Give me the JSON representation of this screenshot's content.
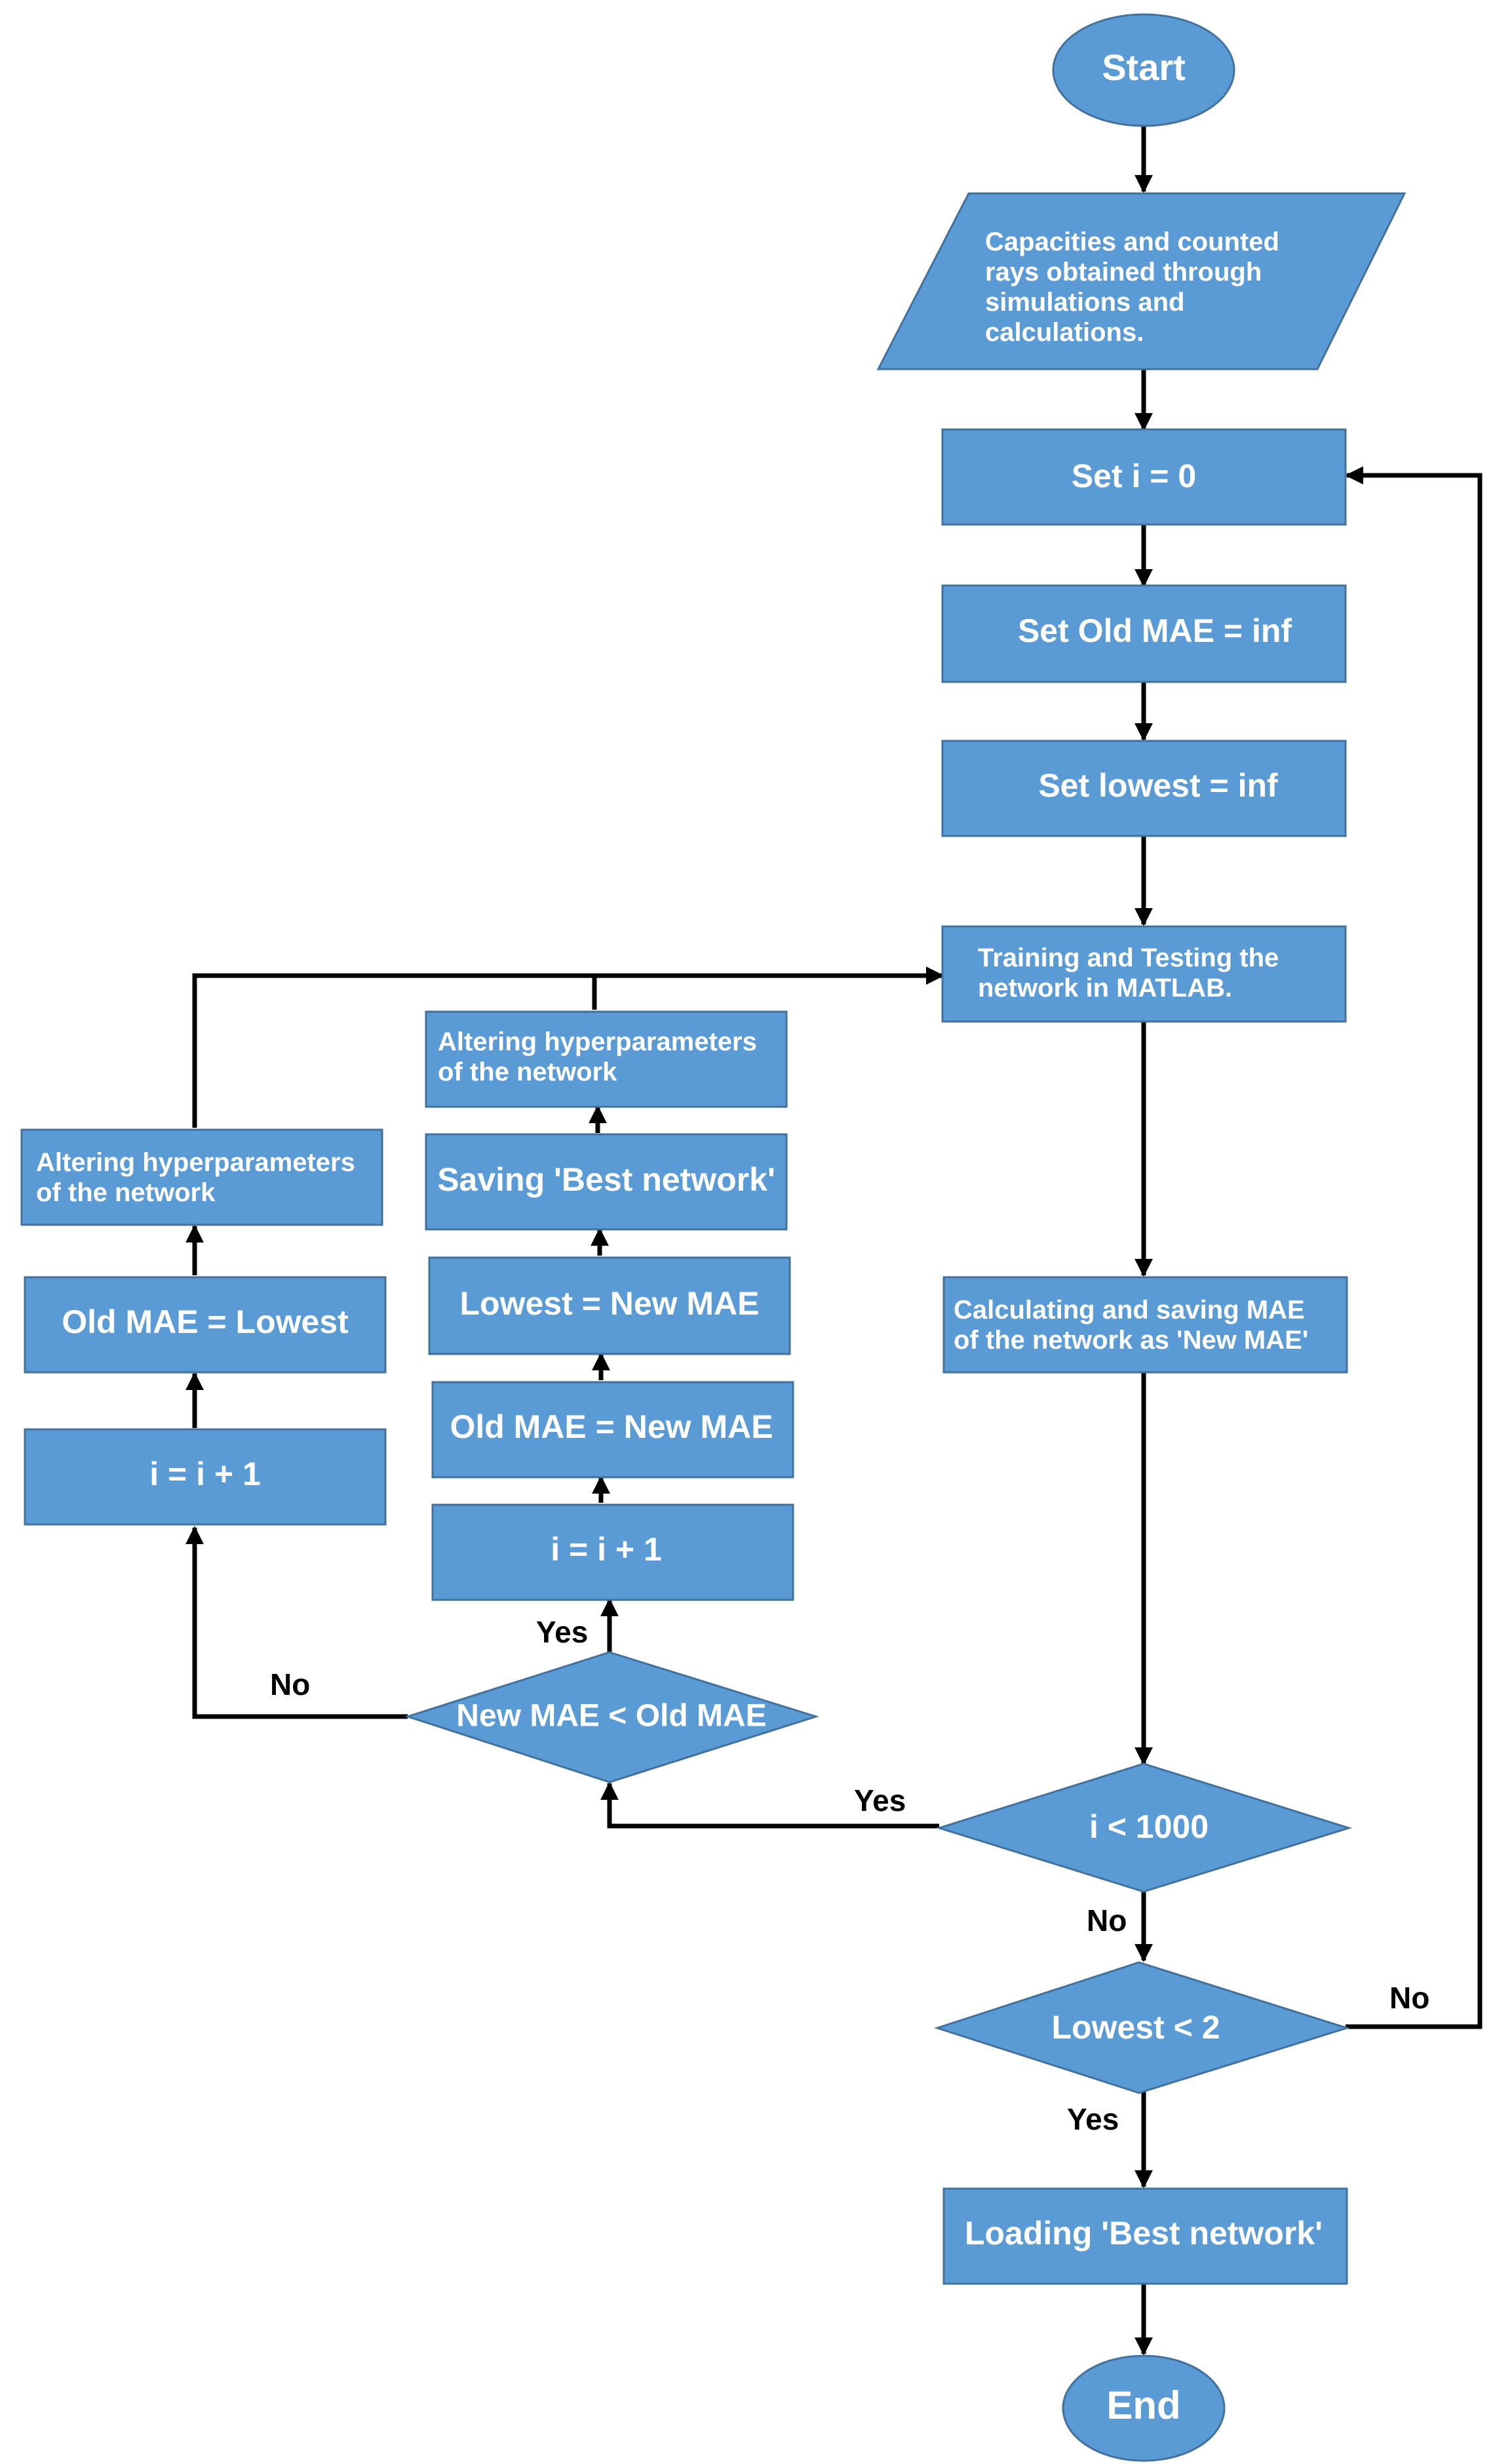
{
  "diagram": {
    "nodes": {
      "start": "Start",
      "input": [
        "Capacities and counted",
        "rays obtained through",
        "simulations and",
        "calculations."
      ],
      "set_i": "Set i = 0",
      "set_old_mae": "Set Old MAE = inf",
      "set_lowest": "Set lowest = inf",
      "train_test": [
        "Training and Testing the",
        "network in MATLAB."
      ],
      "calc_mae": [
        "Calculating and saving MAE",
        "of the network as 'New MAE'"
      ],
      "cond_i": "i < 1000",
      "cond_lowest": "Lowest < 2",
      "load_best": "Loading 'Best network'",
      "end": "End",
      "cond_mae": "New MAE < Old MAE",
      "mid_increment": "i = i + 1",
      "mid_old_mae": "Old MAE = New MAE",
      "mid_lowest": "Lowest = New MAE",
      "mid_save": "Saving 'Best network'",
      "mid_alter": [
        "Altering hyperparameters",
        "of the network"
      ],
      "left_increment": "i = i + 1",
      "left_old_mae": "Old MAE = Lowest",
      "left_alter": [
        "Altering hyperparameters",
        "of the network"
      ]
    },
    "edge_labels": {
      "i_yes": "Yes",
      "i_no": "No",
      "lowest_yes": "Yes",
      "lowest_no": "No",
      "mae_yes": "Yes",
      "mae_no": "No"
    },
    "colors": {
      "fill": "#5b9bd5",
      "border": "#41719c",
      "text": "#ffffff",
      "line": "#000000"
    }
  }
}
